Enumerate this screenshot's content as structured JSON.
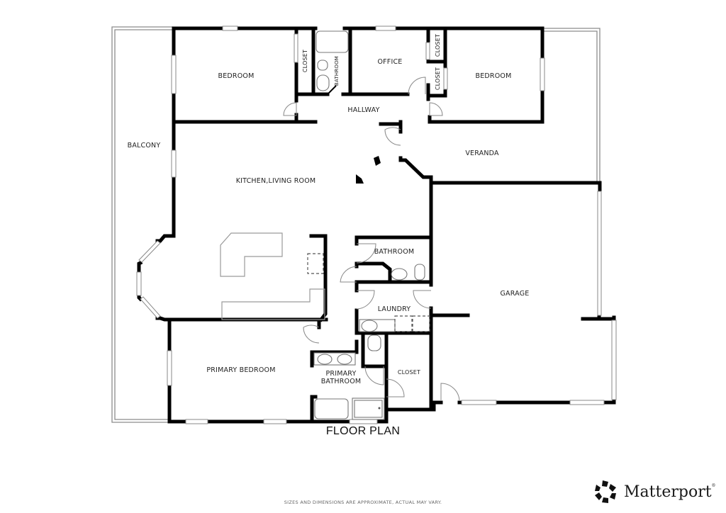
{
  "plan": {
    "title": "FLOOR PLAN",
    "disclaimer": "SIZES AND DIMENSIONS ARE APPROXIMATE, ACTUAL MAY VARY.",
    "rooms": {
      "bedroom_west": "BEDROOM",
      "closet_west": "CLOSET",
      "bathroom_upper": "BATHROOM",
      "office": "OFFICE",
      "closet_east_top": "CLOSET",
      "closet_east_bottom": "CLOSET",
      "bedroom_east": "BEDROOM",
      "hallway": "HALLWAY",
      "balcony": "BALCONY",
      "veranda": "VERANDA",
      "kitchen_living": "KITCHEN,LIVING ROOM",
      "bathroom_mid": "BATHROOM",
      "laundry": "LAUNDRY",
      "garage": "GARAGE",
      "primary_bedroom": "PRIMARY BEDROOM",
      "primary_bathroom_line1": "PRIMARY",
      "primary_bathroom_line2": "BATHROOM",
      "closet_primary": "CLOSET"
    }
  },
  "brand": {
    "name": "Matterport",
    "registered": "®",
    "logo_icon": "matterport-logo-icon"
  },
  "colors": {
    "wall": "#000000",
    "fixture": "#777777",
    "background": "#ffffff"
  }
}
